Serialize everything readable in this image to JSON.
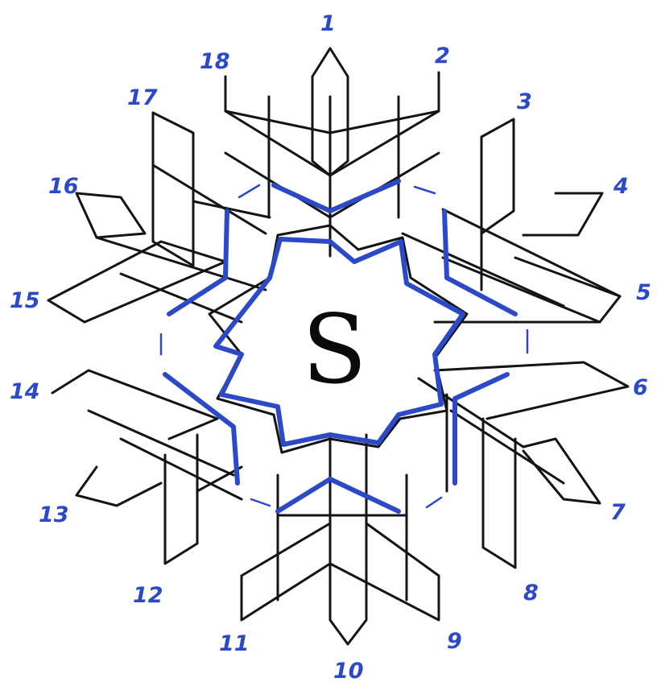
{
  "diagram": {
    "center_label": "S",
    "point_labels": [
      "1",
      "2",
      "3",
      "4",
      "5",
      "6",
      "7",
      "8",
      "9",
      "10",
      "11",
      "12",
      "13",
      "14",
      "15",
      "16",
      "17",
      "18"
    ],
    "colors": {
      "ink": "#141414",
      "accent": "#2c49c8",
      "background": "#ffffff"
    }
  }
}
